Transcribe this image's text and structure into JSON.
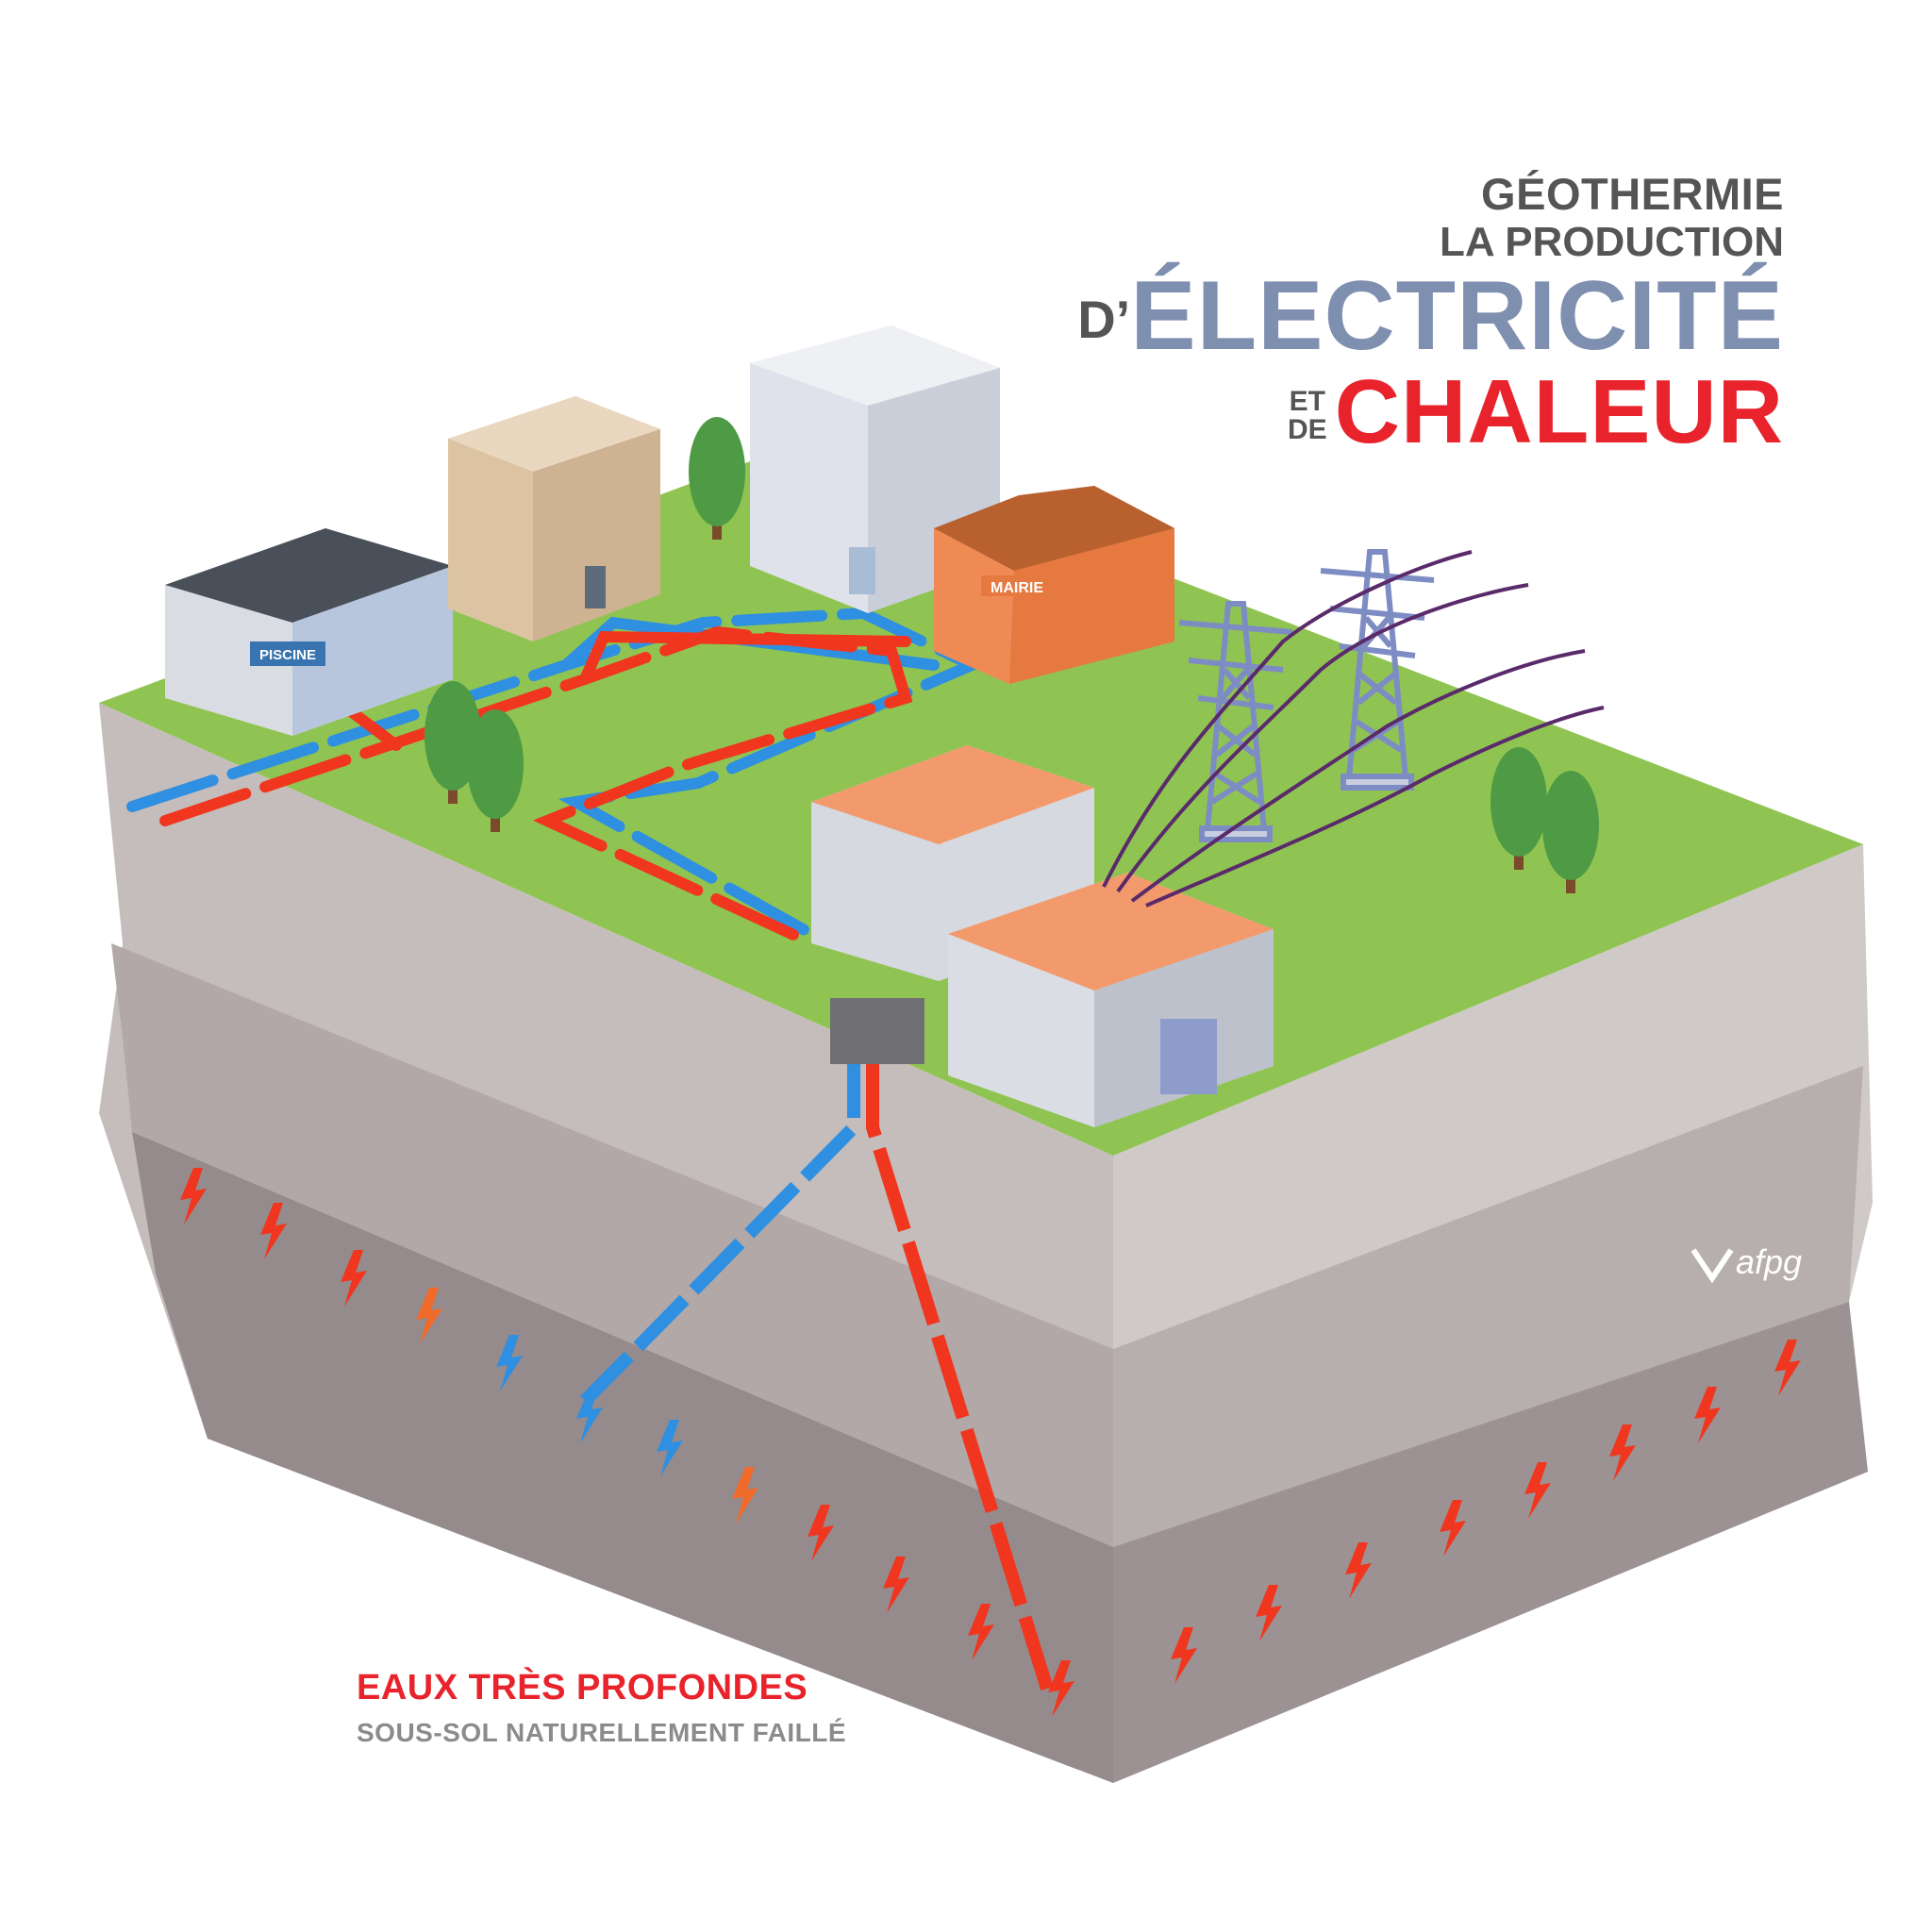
{
  "title": {
    "line1": "GÉOTHERMIE",
    "line2": "LA PRODUCTION",
    "prefix_d": "D’",
    "highlight1": "ÉLECTRICITÉ",
    "connector_et": "ET",
    "connector_de": "DE",
    "highlight2": "CHALEUR"
  },
  "buildings": {
    "pool_sign": "PISCINE",
    "town_hall_sign": "MAIRIE"
  },
  "bottom": {
    "main": "EAUX TRÈS PROFONDES",
    "sub": "SOUS-SOL NATURELLEMENT FAILLÉ"
  },
  "logo": {
    "text": "afpg"
  },
  "colors": {
    "grass": "#8fc452",
    "hot_pipe": "#f0361f",
    "cold_pipe": "#2f8fe0",
    "soil_light": "#c9c3c1",
    "soil_dark": "#8e8283",
    "accent_blue": "#7f8fb0",
    "accent_red": "#e8232b"
  }
}
